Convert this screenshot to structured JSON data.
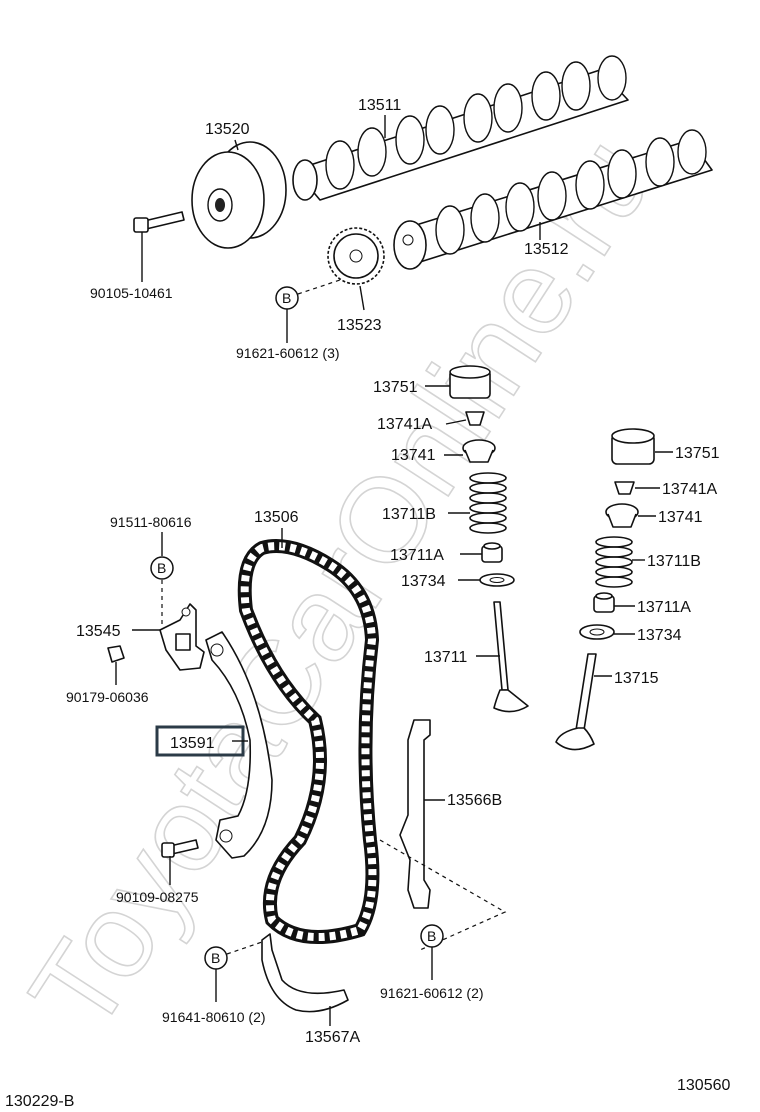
{
  "watermark": "ToyotaCarOnline.ru",
  "diagram_code_left": "130229-B",
  "diagram_code_right": "130560",
  "labels": {
    "p13511": "13511",
    "p13520": "13520",
    "p13512": "13512",
    "p90105": "90105-10461",
    "p13523": "13523",
    "p91621a": "91621-60612 (3)",
    "p13751a": "13751",
    "p13741Aa": "13741A",
    "p13741a": "13741",
    "p13711Ba": "13711B",
    "p13711Aa": "13711A",
    "p13734a": "13734",
    "p13711": "13711",
    "p13751b": "13751",
    "p13741Ab": "13741A",
    "p13741b": "13741",
    "p13711Bb": "13711B",
    "p13711Ab": "13711A",
    "p13734b": "13734",
    "p13715": "13715",
    "p91511": "91511-80616",
    "p13506": "13506",
    "p13545": "13545",
    "p90179": "90179-06036",
    "p13591": "13591",
    "p13566B": "13566B",
    "p90109": "90109-08275",
    "p91621b": "91621-60612 (2)",
    "p91641": "91641-80610 (2)",
    "p13567A": "13567A"
  },
  "ref_marker": "B",
  "highlighted_part": "13591"
}
